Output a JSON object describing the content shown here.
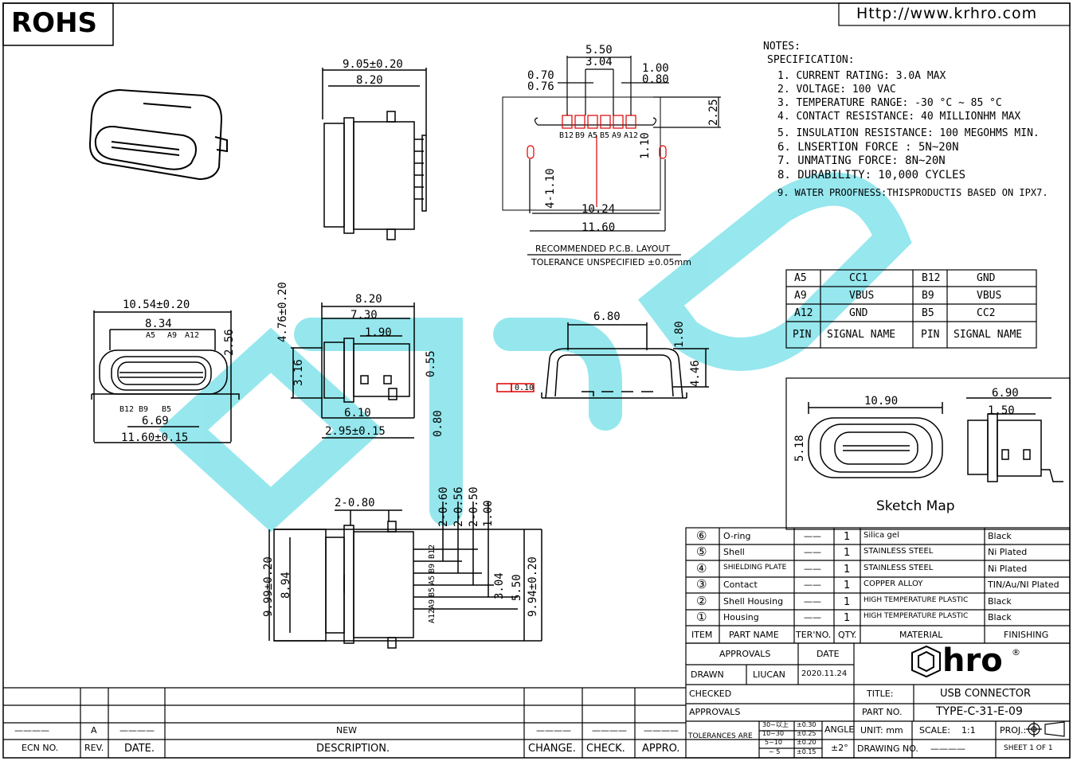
{
  "brand": {
    "rohs": "ROHS",
    "url": "Http://www.krhro.com",
    "logo": "hro",
    "reg": "®"
  },
  "pcb": {
    "caption": "RECOMMENDED P.C.B. LAYOUT",
    "tolerance": "TOLERANCE UNSPECIFIED ±0.05mm",
    "pins": [
      "B12",
      "B9",
      "A5",
      "B5",
      "A9",
      "A12"
    ]
  },
  "dims": {
    "d905": "9.05±0.20",
    "d820a": "8.20",
    "d550": "5.50",
    "d304": "3.04",
    "d070": "0.70",
    "d076": "0.76",
    "d100": "1.00",
    "d080": "0.80",
    "d225": "2.25",
    "d110": "1.10",
    "d4_110": "4-1.10",
    "d1024": "10.24",
    "d1160": "11.60",
    "d1054": "10.54±0.20",
    "d834": "8.34",
    "d256": "2.56",
    "d669": "6.69",
    "d1160b": "11.60±0.15",
    "d476": "4.76±0.20",
    "d820b": "8.20",
    "d730": "7.30",
    "d190": "1.90",
    "d316": "3.16",
    "d055": "0.55",
    "d610": "6.10",
    "d295": "2.95±0.15",
    "d080b": "0.80",
    "d680": "6.80",
    "d180": "1.80",
    "d446": "4.46",
    "flat": "0.10",
    "d2_080": "2-0.80",
    "d2_060": "2-0.60",
    "d2_056": "2-0.56",
    "d2_050": "2-0.50",
    "d100b": "1.00",
    "d999": "9.99±0.20",
    "d894": "8.94",
    "d304b": "3.04",
    "d550b": "5.50",
    "d994": "9.94±0.20",
    "d1090": "10.90",
    "d690": "6.90",
    "d150": "1.50",
    "d518": "5.18"
  },
  "front_pins_top": [
    "A5",
    "A9",
    "A12"
  ],
  "front_pins_bottom": [
    "B12",
    "B9",
    "B5"
  ],
  "side_pins": [
    "B12",
    "B9",
    "A5",
    "B5",
    "A9",
    "A12"
  ],
  "sketch_label": "Sketch Map",
  "notes": {
    "title": "NOTES:",
    "spec": "SPECIFICATION:",
    "items": [
      "1. CURRENT RATING: 3.0A MAX",
      "2. VOLTAGE: 100 VAC",
      "3. TEMPERATURE RANGE: -30 °C ~ 85 °C",
      "4. CONTACT RESISTANCE: 40 MILLIONHM MAX",
      "5. INSULATION RESISTANCE: 100 MEGOHMS MIN.",
      "6. LNSERTION FORCE : 5N~20N",
      "7. UNMATING FORCE: 8N~20N",
      "8. DURABILITY:  10,000 CYCLES",
      "9. WATER PROOFNESS:THISPRODUCTIS BASED ON IPX7."
    ]
  },
  "pin_table": {
    "rows": [
      [
        "A5",
        "CC1",
        "B12",
        "GND"
      ],
      [
        "A9",
        "VBUS",
        "B9",
        "VBUS"
      ],
      [
        "A12",
        "GND",
        "B5",
        "CC2"
      ],
      [
        "PIN",
        "SIGNAL NAME",
        "PIN",
        "SIGNAL NAME"
      ]
    ]
  },
  "bom": {
    "rows": [
      [
        "⑥",
        "O-ring",
        "——",
        "1",
        "Silica gel",
        "Black"
      ],
      [
        "⑤",
        "Shell",
        "——",
        "1",
        "STAINLESS STEEL",
        "Ni Plated"
      ],
      [
        "④",
        "SHIELDING PLATE",
        "——",
        "1",
        "STAINLESS STEEL",
        "Ni Plated"
      ],
      [
        "③",
        "Contact",
        "——",
        "1",
        "COPPER ALLOY",
        "TIN/Au/NI Plated"
      ],
      [
        "②",
        "Shell Housing",
        "——",
        "1",
        "HIGH TEMPERATURE PLASTIC",
        "Black"
      ],
      [
        "①",
        "Housing",
        "——",
        "1",
        "HIGH TEMPERATURE PLASTIC",
        "Black"
      ]
    ],
    "header": [
      "ITEM",
      "PART NAME",
      "TER'NO.",
      "QTY.",
      "MATERIAL",
      "FINISHING"
    ]
  },
  "title_block": {
    "approvals_h": "APPROVALS",
    "date_h": "DATE",
    "drawn": "DRAWN",
    "drawn_by": "LIUCAN",
    "drawn_date": "2020.11.24",
    "checked": "CHECKED",
    "approvals": "APPROVALS",
    "title_l": "TITLE:",
    "title": "USB CONNECTOR",
    "part_l": "PART NO.",
    "part": "TYPE-C-31-E-09",
    "tol_l": "TOLERANCES ARE",
    "tol_ranges": [
      "30~以上",
      "10~30",
      "5~10",
      "~ 5"
    ],
    "tol_vals": [
      "±0.30",
      "±0.25",
      "±0.20",
      "±0.15"
    ],
    "angle_l": "ANGLE",
    "angle": "±2°",
    "unit": "UNIT: mm",
    "scale_l": "SCALE:",
    "scale": "1:1",
    "proj": "PROJ.:",
    "drawing_no": "DRAWING NO.",
    "drawing_val": "————",
    "sheet": "SHEET 1 OF 1"
  },
  "revision": {
    "ecn": "ECN NO.",
    "rev": "REV.",
    "date": "DATE.",
    "desc": "DESCRIPTION.",
    "change": "CHANGE.",
    "check": "CHECK.",
    "appro": "APPRO.",
    "row_ecn": "————",
    "row_rev": "A",
    "row_date": "————",
    "row_desc": "NEW",
    "row_change": "————",
    "row_check": "————",
    "row_appro": "————"
  }
}
